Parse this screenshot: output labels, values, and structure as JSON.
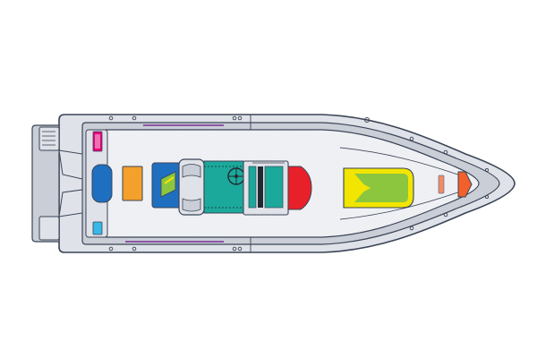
{
  "diagram": {
    "kind": "boat-deck-layout-top-view",
    "orientation": "bow-right"
  },
  "colors": {
    "background": "#ffffff",
    "outline": "#3b4456",
    "hull": "#dfe2e8",
    "gunwale": "#c9ced7",
    "deck": "#f1f2f5",
    "deck_texture": "#d8dbe2",
    "accent_magenta": "#e6007e",
    "accent_pink": "#f06fb0",
    "accent_cyan": "#37b8e6",
    "accent_blue": "#1e6fc0",
    "accent_orange": "#f3a12b",
    "accent_teal": "#1ba99b",
    "accent_green": "#8cc63f",
    "accent_red": "#e8202a",
    "accent_yellow": "#f2e500",
    "accent_orange_red": "#f2602b",
    "accent_purple": "#7a2d8f",
    "accent_dark": "#222831"
  },
  "zones": [
    {
      "id": "transom-hatch",
      "icon": "hatch-icon",
      "color_key": "accent_magenta"
    },
    {
      "id": "rear-livewell",
      "icon": "livewell-icon",
      "color_key": "accent_blue"
    },
    {
      "id": "rear-storage",
      "icon": "storage-icon",
      "color_key": "accent_cyan"
    },
    {
      "id": "cooler-seat",
      "icon": "cooler-icon",
      "color_key": "accent_orange"
    },
    {
      "id": "leaning-post",
      "icon": "seat-icon",
      "color_key": "accent_blue"
    },
    {
      "id": "tackle-station",
      "icon": "tackle-icon",
      "color_key": "accent_green"
    },
    {
      "id": "center-console",
      "icon": "console-icon",
      "color_key": "accent_teal"
    },
    {
      "id": "console-front-seat",
      "icon": "seat-icon",
      "color_key": "accent_red"
    },
    {
      "id": "bow-casting-platform",
      "icon": "platform-icon",
      "color_key": "accent_yellow"
    },
    {
      "id": "anchor-locker",
      "icon": "anchor-locker-icon",
      "color_key": "accent_orange_red"
    },
    {
      "id": "rod-storage",
      "icon": "rod-storage-icon",
      "color_key": "accent_purple"
    }
  ]
}
